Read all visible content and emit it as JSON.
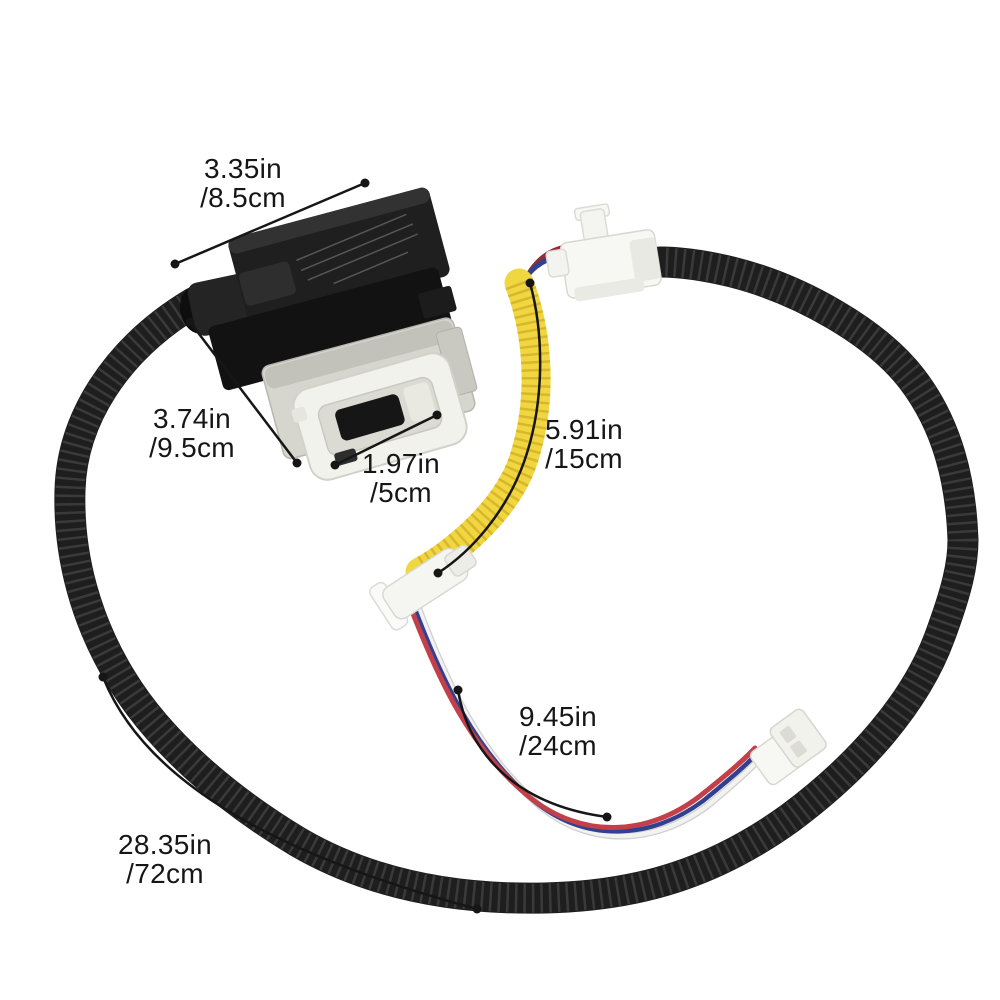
{
  "dimension_labels": {
    "top_width": {
      "inches": "3.35in",
      "metric": "/8.5cm"
    },
    "body_height": {
      "inches": "3.74in",
      "metric": "/9.5cm"
    },
    "latch_width": {
      "inches": "1.97in",
      "metric": "/5cm"
    },
    "coil_length": {
      "inches": "5.91in",
      "metric": "/15cm"
    },
    "wire_length": {
      "inches": "9.45in",
      "metric": "/24cm"
    },
    "conduit_length": {
      "inches": "28.35in",
      "metric": "/72cm"
    }
  },
  "colors": {
    "background": "#ffffff",
    "conduit": "#1e1e1e",
    "conduit_rib": "#3f3f3f",
    "coil": "#f1d73f",
    "coil_rib": "#d2ae2a",
    "wire_dark_red": "#8d2f38",
    "wire_red": "#c2404a",
    "wire_blue": "#32408f",
    "wire_white": "#f2f2f0",
    "connector": "#f7f7f4",
    "annotation": "#161616"
  }
}
